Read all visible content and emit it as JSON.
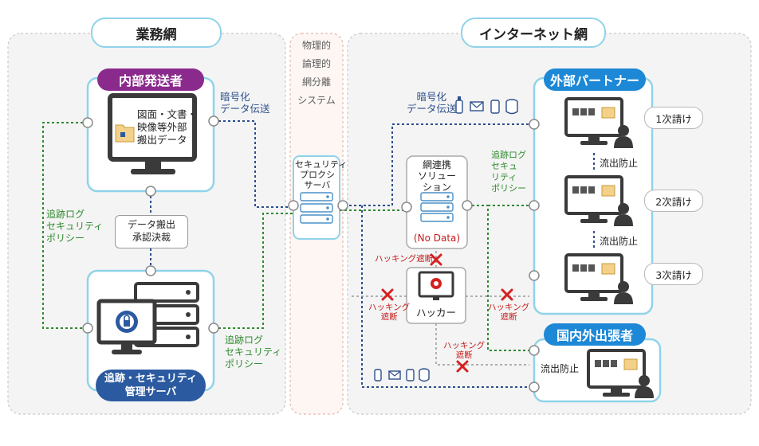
{
  "zones": {
    "business": "業務網",
    "internet": "インターネット網",
    "separation_lines": [
      "物理的",
      "論理的",
      "網分離",
      "システム"
    ]
  },
  "internal_sender": {
    "title": "内部発送者",
    "data_box": [
      "図面・文書・",
      "映像等外部",
      "搬出データ"
    ]
  },
  "approval": [
    "データ搬出",
    "承認決裁"
  ],
  "tracking_server": [
    "追跡・セキュリティ",
    "管理サーバ"
  ],
  "proxy": [
    "セキュリティ",
    "プロクシ",
    "サーバ"
  ],
  "linkage": {
    "label": [
      "網連携",
      "ソリュー",
      "ション"
    ],
    "no_data": "(No Data)"
  },
  "hacker": "ハッカー",
  "external_partner": {
    "title": "外部パートナー",
    "tiers": [
      "1次請け",
      "2次請け",
      "3次請け"
    ],
    "leak_prevention": "流出防止"
  },
  "domestic_traveler": {
    "title": "国内外出張者",
    "leak_prevention": "流出防止"
  },
  "labels": {
    "encrypted_left": [
      "暗号化",
      "データ伝送"
    ],
    "encrypted_right": [
      "暗号化",
      "データ伝送"
    ],
    "policy_left": [
      "追跡ログ",
      "セキュリティ",
      "ポリシー"
    ],
    "policy_bottom": [
      "追跡ログ",
      "セキュリティ",
      "ポリシー"
    ],
    "policy_right": [
      "追跡ログ",
      "セキュ",
      "リティ",
      "ポリシー"
    ],
    "hack_block_top": "ハッキング遮断",
    "hack_block_left": [
      "ハッキング",
      "遮断"
    ],
    "hack_block_right": [
      "ハッキング",
      "遮断"
    ],
    "hack_block_bottom": [
      "ハッキング",
      "遮断"
    ]
  },
  "colors": {
    "internal_sender": "#8b2a8d",
    "tracking_server": "#2b5aa0",
    "external_partner": "#1d88d6",
    "frame": "#8fd3ea",
    "blue_line": "#2c4f8c",
    "green_line": "#2e8b2e",
    "block": "#d62020"
  },
  "icons": [
    "usb-icon",
    "mail-icon",
    "usb-memory-icon",
    "database-icon",
    "monitor-icon",
    "user-icon",
    "folder-lock-icon",
    "lock-icon",
    "server-icon",
    "cross-icon"
  ]
}
